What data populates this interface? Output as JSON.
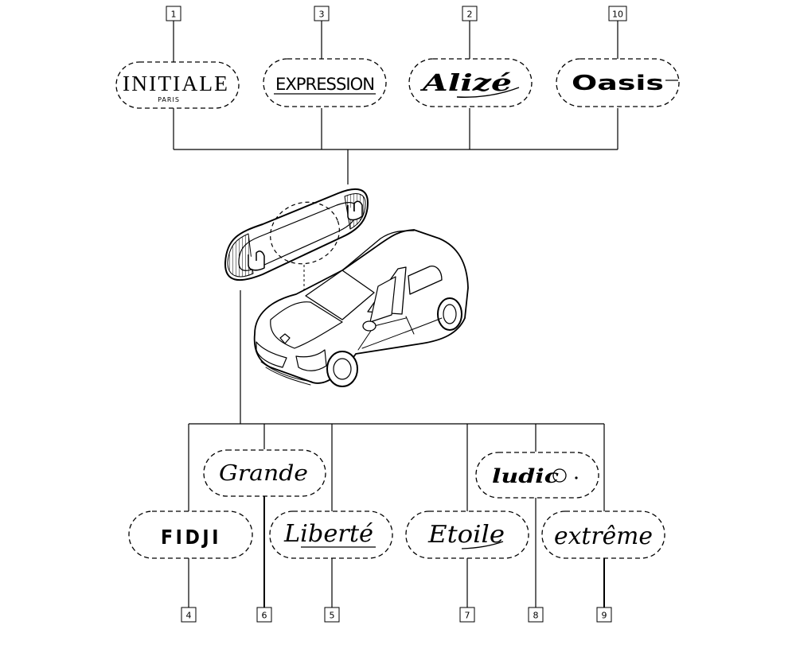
{
  "badges": [
    {
      "ref": "1",
      "text": "INITIALE",
      "subtext": "PARIS"
    },
    {
      "ref": "3",
      "text": "EXPRESSION"
    },
    {
      "ref": "2",
      "text": "Alizé"
    },
    {
      "ref": "10",
      "text": "Oasis"
    },
    {
      "ref": "6",
      "text": "Grande"
    },
    {
      "ref": "8",
      "text": "ludic"
    },
    {
      "ref": "4",
      "text": "FIDJI"
    },
    {
      "ref": "5",
      "text": "Liberté"
    },
    {
      "ref": "7",
      "text": "Etoile"
    },
    {
      "ref": "9",
      "text": "extrême"
    }
  ]
}
